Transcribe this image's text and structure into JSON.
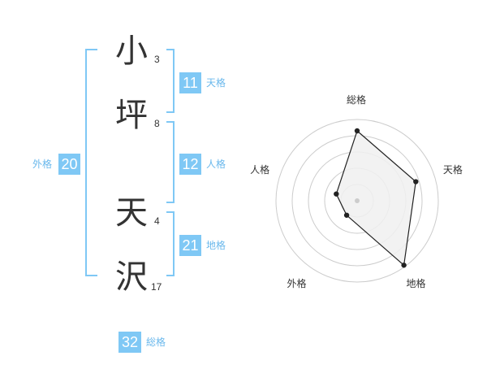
{
  "characters": [
    {
      "char": "小",
      "strokes": "3"
    },
    {
      "char": "坪",
      "strokes": "8"
    },
    {
      "char": "天",
      "strokes": "4"
    },
    {
      "char": "沢",
      "strokes": "17"
    }
  ],
  "kakusu": {
    "tenkaku": {
      "value": "11",
      "label": "天格"
    },
    "jinkaku": {
      "value": "12",
      "label": "人格"
    },
    "chikaku": {
      "value": "21",
      "label": "地格"
    },
    "gaikaku": {
      "value": "20",
      "label": "外格"
    },
    "soukaku": {
      "value": "32",
      "label": "総格"
    }
  },
  "colors": {
    "accent": "#7fc8f5",
    "accent_text": "#6ab8ec",
    "text": "#333333",
    "ring": "#cccccc",
    "fill": "#f0f0f0"
  },
  "chart_data": {
    "type": "radar",
    "axes": [
      "総格",
      "天格",
      "地格",
      "外格",
      "人格"
    ],
    "values": [
      0.86,
      0.76,
      0.98,
      0.22,
      0.27
    ],
    "rings": 5,
    "range": [
      0,
      1
    ]
  }
}
